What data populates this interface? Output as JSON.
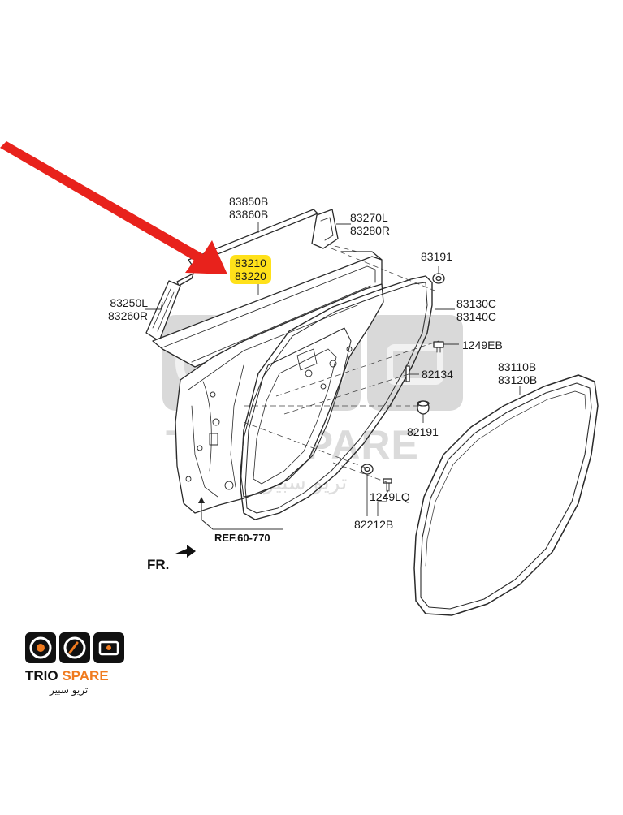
{
  "diagram": {
    "part_labels": {
      "p83850": {
        "line1": "83850B",
        "line2": "83860B"
      },
      "p83270": {
        "line1": "83270L",
        "line2": "83280R"
      },
      "p83210": {
        "line1": "83210",
        "line2": "83220"
      },
      "p83250": {
        "line1": "83250L",
        "line2": "83260R"
      },
      "p83191": {
        "line1": "83191"
      },
      "p83130": {
        "line1": "83130C",
        "line2": "83140C"
      },
      "p1249eb": {
        "line1": "1249EB"
      },
      "p82134": {
        "line1": "82134"
      },
      "p83110": {
        "line1": "83110B",
        "line2": "83120B"
      },
      "p82191": {
        "line1": "82191"
      },
      "p1249lq": {
        "line1": "1249LQ"
      },
      "p82212": {
        "line1": "82212B"
      }
    },
    "ref_label": "REF.60-770",
    "direction_label": "FR.",
    "highlight_color": "#ffe11a",
    "arrow_color": "#e8221c"
  },
  "watermark": {
    "name": "TRIO SPARE",
    "arabic": "تريو سبير"
  },
  "logo": {
    "name_part1": "TRIO ",
    "name_part2": "SPARE",
    "arabic": "تريو سبير",
    "accent_color": "#f07b1f"
  }
}
